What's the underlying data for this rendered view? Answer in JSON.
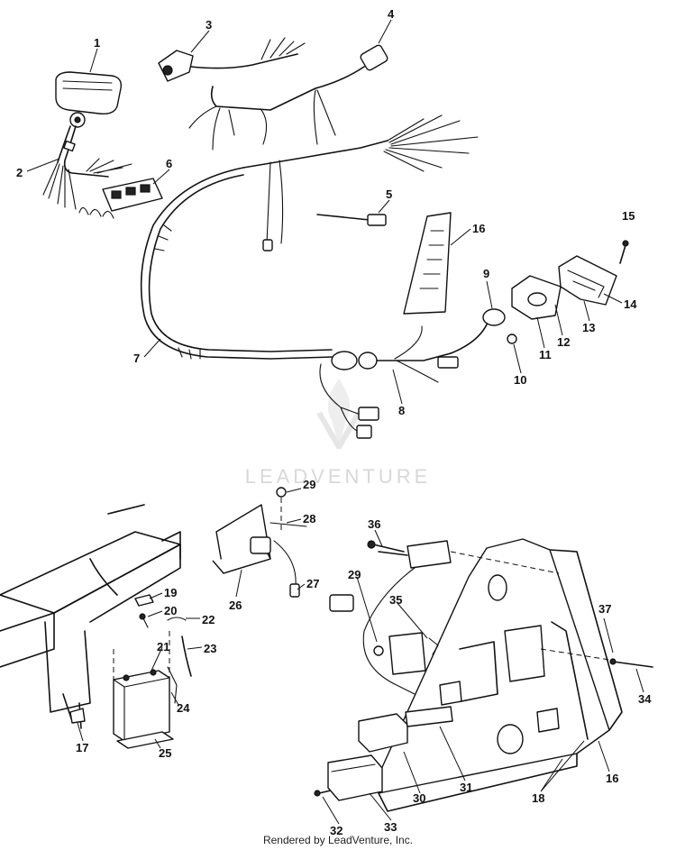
{
  "watermark": "LEADVENTURE",
  "footer": "Rendered by LeadVenture, Inc.",
  "callouts": [
    "1",
    "2",
    "3",
    "4",
    "5",
    "6",
    "7",
    "8",
    "9",
    "10",
    "11",
    "12",
    "13",
    "14",
    "15",
    "16",
    "16",
    "17",
    "18",
    "19",
    "20",
    "21",
    "22",
    "23",
    "24",
    "25",
    "26",
    "27",
    "28",
    "29",
    "29",
    "30",
    "31",
    "32",
    "33",
    "34",
    "35",
    "36",
    "37"
  ],
  "icons": [
    "wiring-harness",
    "headlight",
    "switch",
    "connector",
    "fuse-block",
    "tail-light",
    "battery",
    "mounting-plate",
    "bolt"
  ]
}
